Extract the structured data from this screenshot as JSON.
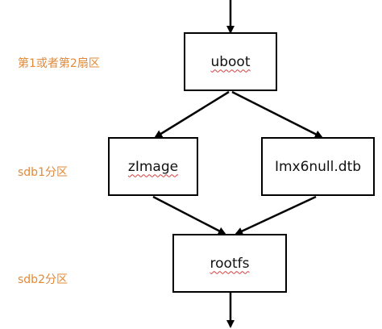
{
  "labels": {
    "partition_1_2": "第1或者第2扇区",
    "sdb1": "sdb1分区",
    "sdb2": "sdb2分区"
  },
  "boxes": {
    "uboot": "uboot",
    "zimage": "zImage",
    "dtb": "Imx6null.dtb",
    "rootfs": "rootfs"
  },
  "colors": {
    "label": "#e08a3a",
    "line": "#000000",
    "spellcheck_underline": "#d04040"
  }
}
